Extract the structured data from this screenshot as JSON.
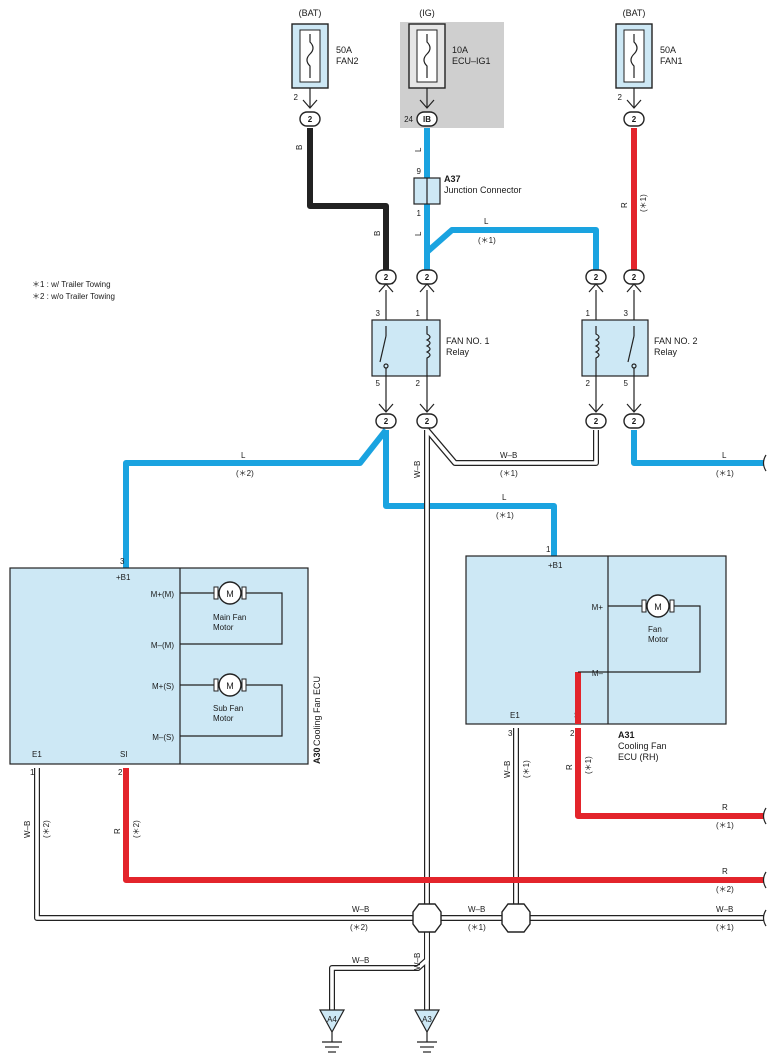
{
  "fuses": [
    {
      "source": "(BAT)",
      "amp": "50A",
      "name": "FAN2",
      "pin": "2",
      "conn": "2"
    },
    {
      "source": "(IG)",
      "amp": "10A",
      "name": "ECU–IG1",
      "pin": "24",
      "conn": "IB"
    },
    {
      "source": "(BAT)",
      "amp": "50A",
      "name": "FAN1",
      "pin": "2",
      "conn": "2"
    }
  ],
  "junction": {
    "code": "A37",
    "name": "Junction Connector",
    "pin_top": "9",
    "pin_bottom": "1"
  },
  "notes": [
    "＊1 : w/ Trailer Towing",
    "＊2 : w/o Trailer Towing"
  ],
  "relays": [
    {
      "name_line1": "FAN NO. 1",
      "name_line2": "Relay",
      "pins": [
        "3",
        "1",
        "5",
        "2"
      ]
    },
    {
      "name_line1": "FAN NO. 2",
      "name_line2": "Relay",
      "pins": [
        "1",
        "3",
        "2",
        "5"
      ]
    }
  ],
  "connector_label": "2",
  "wire_labels": {
    "B": "B",
    "L": "L",
    "R": "R",
    "WB": "W–B",
    "s1": "(＊1)",
    "s2": "(＊2)"
  },
  "ecu_a30": {
    "code": "A30",
    "name": "Cooling Fan ECU",
    "pin_b1": "3",
    "b1": "+B1",
    "m_plus_m": "M+(M)",
    "m_minus_m": "M–(M)",
    "m_plus_s": "M+(S)",
    "m_minus_s": "M–(S)",
    "main_motor_1": "Main Fan",
    "main_motor_2": "Motor",
    "sub_motor_1": "Sub Fan",
    "sub_motor_2": "Motor",
    "e1": "E1",
    "si": "SI",
    "pin_e1": "1",
    "pin_si": "2",
    "motor_symbol": "M"
  },
  "ecu_a31": {
    "code": "A31",
    "name_line1": "Cooling Fan",
    "name_line2": "ECU (RH)",
    "pin_b1": "1",
    "b1": "+B1",
    "m_plus": "M+",
    "m_minus": "M–",
    "motor_1": "Fan",
    "motor_2": "Motor",
    "e1": "E1",
    "si": "SI",
    "pin_e1": "3",
    "pin_si": "2",
    "motor_symbol": "M"
  },
  "grounds": [
    "A4",
    "A3"
  ],
  "colors": {
    "blue": "#1aa3e0",
    "red": "#e3242b",
    "ecu_fill": "#cde8f5",
    "ig_bg": "#cfcfcf"
  }
}
